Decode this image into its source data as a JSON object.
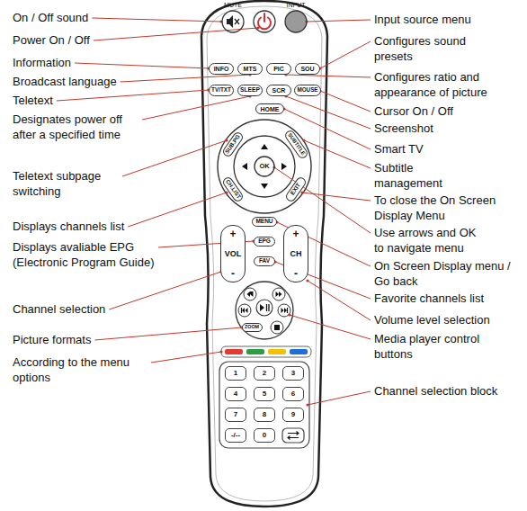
{
  "diagram": {
    "nodes": [
      {
        "text": [
          "MUTE"
        ]
      },
      {
        "text": [
          "INPUT"
        ]
      },
      {
        "text": [
          "INFO"
        ]
      },
      {
        "text": [
          "MTS"
        ]
      },
      {
        "text": [
          "PIC"
        ]
      },
      {
        "text": [
          "SOU"
        ]
      },
      {
        "text": [
          "TV/TXT"
        ]
      },
      {
        "text": [
          "SLEEP"
        ]
      },
      {
        "text": [
          "SCR"
        ]
      },
      {
        "text": [
          "MOUSE"
        ]
      },
      {
        "text": [
          "HOME"
        ]
      },
      {
        "text": [
          "SUB.PG"
        ]
      },
      {
        "text": [
          "SUBTITLE"
        ]
      },
      {
        "text": [
          "OK"
        ]
      },
      {
        "text": [
          "CH.LIST"
        ]
      },
      {
        "text": [
          "EXIT"
        ]
      },
      {
        "text": [
          "MENU"
        ]
      },
      {
        "text": [
          "+",
          "VOL",
          "-"
        ]
      },
      {
        "text": [
          "EPG"
        ]
      },
      {
        "text": [
          "+",
          "CH",
          "-"
        ]
      },
      {
        "text": [
          "FAV"
        ]
      },
      {
        "text": [
          "ZOOM"
        ]
      },
      {
        "text": [
          "1"
        ]
      },
      {
        "text": [
          "2"
        ]
      },
      {
        "text": [
          "3"
        ]
      },
      {
        "text": [
          "4"
        ]
      },
      {
        "text": [
          "5"
        ]
      },
      {
        "text": [
          "6"
        ]
      },
      {
        "text": [
          "7"
        ]
      },
      {
        "text": [
          "8"
        ]
      },
      {
        "text": [
          "9"
        ]
      },
      {
        "text": [
          "-/--"
        ]
      },
      {
        "text": [
          "0"
        ]
      }
    ],
    "labels": [
      "On / Off sound",
      "Power On / Off",
      "Information",
      "Broadcast language",
      "Teletext",
      "Designates power off after a specified time",
      "Teletext subpage switching",
      "Displays channels list",
      "Displays avaliable EPG (Electronic Program Guide)",
      "Channel selection",
      "Picture formats",
      "According to the menu options",
      "Input source menu",
      "Configures sound presets",
      "Configures ratio and appearance of picture",
      "Cursor On / Off",
      "Screenshot",
      "Smart TV",
      "Subtitle management",
      "To close the On Screen Display Menu",
      "Use arrows and OK to navigate menu",
      "On Screen Display menu / Go back",
      "Favorite channels list",
      "Volume level selection",
      "Media player control buttons",
      "Channel selection block"
    ]
  }
}
